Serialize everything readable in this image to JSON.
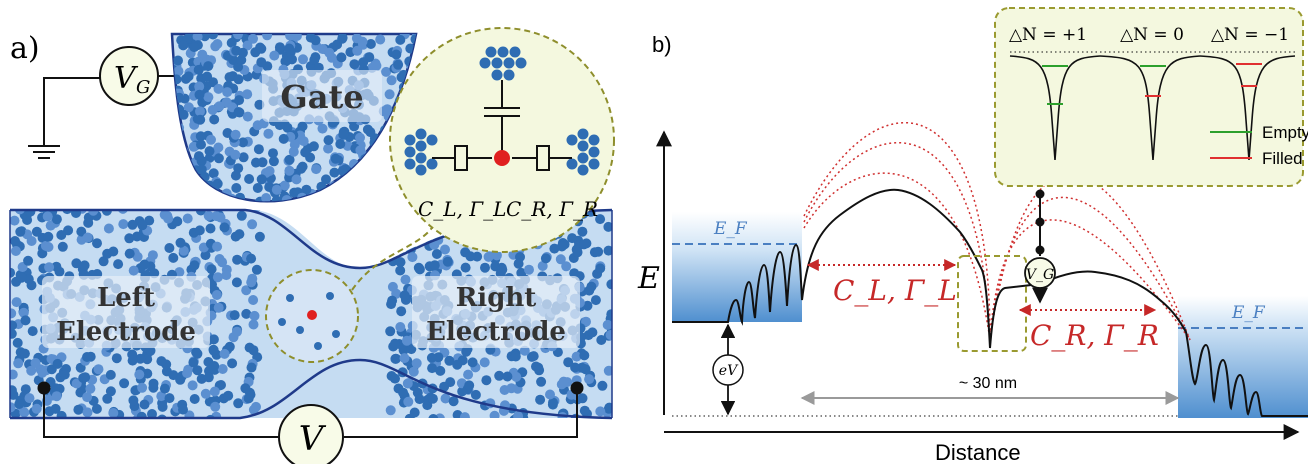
{
  "panel_a": {
    "label": "a)",
    "gate_label": "Gate",
    "left_electrode": [
      "Left",
      "Electrode"
    ],
    "right_electrode": [
      "Right",
      "Electrode"
    ],
    "gate_voltage_symbol": "V",
    "gate_voltage_subscript": "G",
    "bias_voltage_symbol": "V",
    "inset_left_label": "C_L, Γ_L",
    "inset_right_label": "C_R, Γ_R"
  },
  "panel_b": {
    "label": "b)",
    "y_axis_label": "E",
    "x_axis_label": "Distance",
    "fermi_left": "E_F",
    "fermi_right": "E_F",
    "cl_label": "C_L, Γ_L",
    "cr_label": "C_R, Γ_R",
    "ev_label": "eV",
    "gate_voltage": "V_G",
    "distance_label": "~ 30 nm",
    "inset": {
      "delta_labels": [
        "△N = +1",
        "△N = 0",
        "△N = −1"
      ],
      "legend": [
        {
          "label": "Empty",
          "color": "#2ca02c"
        },
        {
          "label": "Filled",
          "color": "#e03030"
        }
      ]
    }
  },
  "colors": {
    "electrode_fill": "#c5dcf2",
    "electrode_edge": "#1f3a8a",
    "dot_blue": "#2f6db3",
    "dot_red": "#e02020",
    "inset_bg": "#f4f8df",
    "inset_border": "#9a9a30",
    "accent_red": "#c62828",
    "fermi_blue": "#4a7fc1"
  }
}
